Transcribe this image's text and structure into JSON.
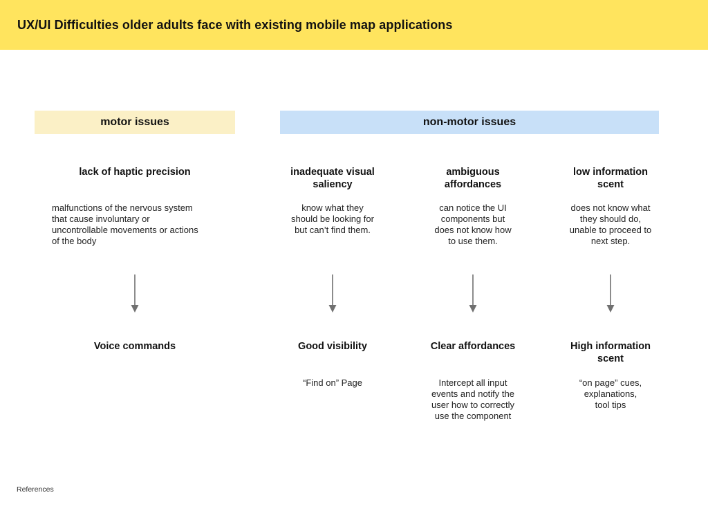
{
  "header": {
    "title": "UX/UI Difficulties older adults face with existing mobile map applications"
  },
  "sections": {
    "motor": {
      "label": "motor issues"
    },
    "non_motor": {
      "label": "non-motor issues"
    }
  },
  "columns": [
    {
      "problem_title": "lack of haptic precision",
      "problem_desc": "malfunctions of the nervous system\nthat cause involuntary or\nuncontrollable movements or actions\nof the body",
      "solution_title": "Voice commands",
      "solution_desc": ""
    },
    {
      "problem_title": "inadequate visual\nsaliency",
      "problem_desc": "know what they\nshould be looking for\nbut can’t find them.",
      "solution_title": "Good visibility",
      "solution_desc": "“Find on” Page"
    },
    {
      "problem_title": "ambiguous\naffordances",
      "problem_desc": "can notice the UI\ncomponents but\ndoes not know how\nto use them.",
      "solution_title": "Clear affordances",
      "solution_desc": "Intercept all input\nevents and notify the\nuser how to correctly\nuse the component"
    },
    {
      "problem_title": "low information\nscent",
      "problem_desc": "does not know what\nthey should do,\nunable to proceed to\nnext step.",
      "solution_title": "High information\nscent",
      "solution_desc": "“on page” cues,\nexplanations,\ntool tips"
    }
  ],
  "footer": {
    "references": "References"
  },
  "colors": {
    "banner_bg": "#FFE45E",
    "motor_header_bg": "#FBF0C6",
    "non_motor_header_bg": "#C8E0F8",
    "arrow": "#707070"
  },
  "icons": {
    "down_arrow": "↓"
  }
}
